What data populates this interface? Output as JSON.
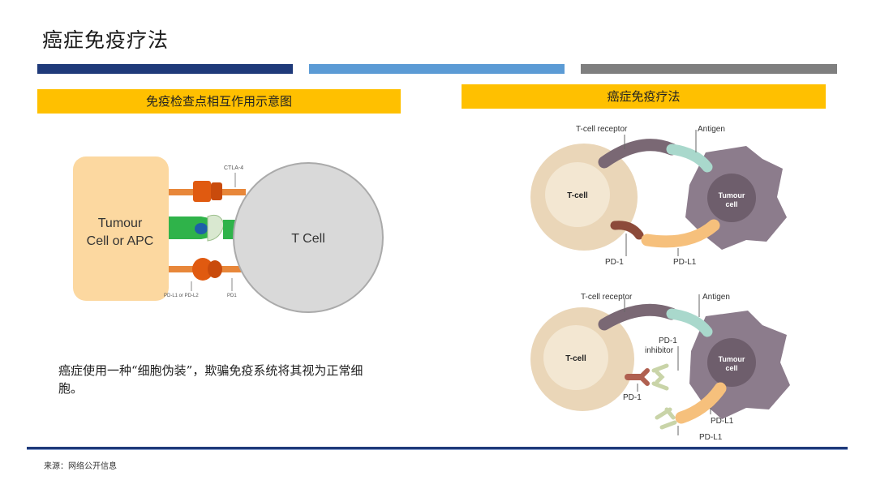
{
  "page": {
    "title": "癌症免疫疗法",
    "source": "来源：网络公开信息"
  },
  "left_panel": {
    "header": "免疫检查点相互作用示意图",
    "tumour_label_line1": "Tumour",
    "tumour_label_line2": "Cell or APC",
    "tcell_label": "T Cell",
    "ctla4_label": "CTLA-4",
    "pdl_label": "PD-L1 or PD-L2",
    "pd1_label": "PD1",
    "caption": "癌症使用一种“细胞伪装”，欺骗免疫系统将其视为正常细胞。"
  },
  "right_panel": {
    "header": "癌症免疫疗法",
    "top": {
      "tcell_receptor": "T-cell receptor",
      "antigen": "Antigen",
      "tcell": "T-cell",
      "tumour_line1": "Tumour",
      "tumour_line2": "cell",
      "pd1": "PD-1",
      "pdl1": "PD-L1"
    },
    "bottom": {
      "tcell_receptor": "T-cell receptor",
      "antigen": "Antigen",
      "tcell": "T-cell",
      "tumour_line1": "Tumour",
      "tumour_line2": "cell",
      "inhibitor_line1": "PD-1",
      "inhibitor_line2": "inhibitor",
      "pd1": "PD-1",
      "pdl1_a": "PD-L1",
      "pdl1_b": "PD-L1"
    }
  },
  "colors": {
    "navy": "#1f3a7a",
    "light_blue": "#5b9bd5",
    "gray": "#7f7f7f",
    "gold": "#ffc000"
  }
}
